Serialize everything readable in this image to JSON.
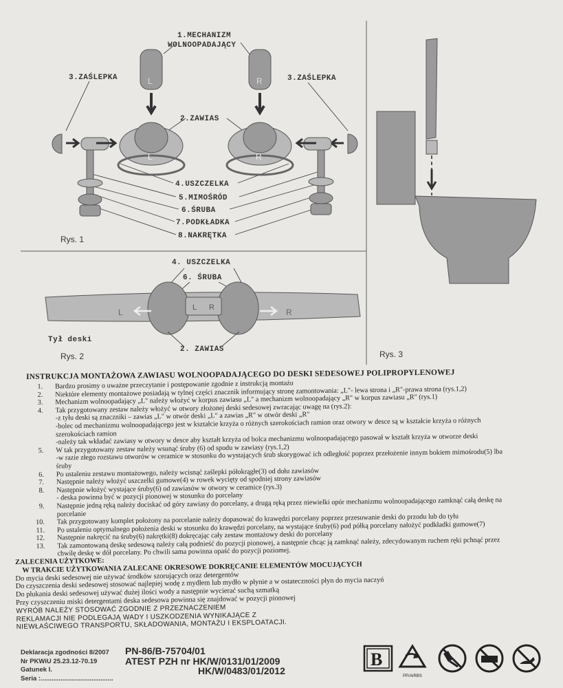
{
  "diagram": {
    "labels": {
      "mechanizm": [
        "1.MECHANIZM",
        "WOLNOOPADAJĄCY"
      ],
      "zaslepka_left": "3.ZAŚLEPKA",
      "zaslepka_right": "3.ZAŚLEPKA",
      "zawias": "2.ZAWIAS",
      "uszczelka": "4.USZCZELKA",
      "mimosrod": "5.MIMOŚRÓD",
      "sruba": "6.ŚRUBA",
      "podkladka": "7.PODKŁADKA",
      "nakretka": "8.NAKRĘTKA",
      "uszczelka2": "4. USZCZELKA",
      "sruba2": "6. ŚRUBA",
      "tyl_deski": "Tył deski",
      "zawias2": "2. ZAWIAS",
      "rys1": "Rys. 1",
      "rys2": "Rys. 2",
      "rys3": "Rys. 3",
      "L": "L",
      "R": "R"
    }
  },
  "title": "INSTRUKCJA MONTAŻOWA ZAWIASU WOLNOOPADAJĄCEGO DO DESKI SEDESOWEJ POLIPROPYLENOWEJ",
  "steps": [
    {
      "n": "1.",
      "lines": [
        "Bardzo prosimy o uważne przeczytanie i postępowanie zgodnie z instrukcją montażu"
      ]
    },
    {
      "n": "2.",
      "lines": [
        "Niektóre elementy montażowe posiadają w tylnej części znacznik informujący stronę zamontowania: „L\"- lewa strona i „R\"-prawa strona (rys.1,2)"
      ]
    },
    {
      "n": "3.",
      "lines": [
        "Mechanizm wolnoopadający „L\" należy włożyć w korpus zawiasu „L\" a mechanizm wolnoopadający „R\" w korpus zawiasu „R\" (rys.1)"
      ]
    },
    {
      "n": "4.",
      "lines": [
        "Tak przygotowany zestaw należy włożyć w otwory złożonej deski sedesowej zwracając uwagę na (rys.2):"
      ],
      "sub": [
        "-z tyłu deski są znaczniki – zawias „L\" w otwór deski „L\" a zawias „R\" w otwór deski „R\"",
        "-bolec od mechanizmu wolnoopadającego  jest w kształcie krzyża o różnych szerokościach ramion oraz otwory w desce są w kształcie krzyża o różnych szerokościach ramion",
        "-należy tak wkładać zawiasy w otwory w desce aby kształt krzyża od bolca mechanizmu wolnoopadającego pasował w kształt krzyża w otworze deski"
      ]
    },
    {
      "n": "5.",
      "lines": [
        "W tak przygotowany zestaw należy wsunąć śruby (6) od spodu w zawiasy (rys.1,2)"
      ],
      "sub": [
        "-w  razie złego rozstawu otworów w ceramice w stosunku do wystających śrub skorygować ich odległość  poprzez przełożenie innym  bokiem mimośrodu(5) lba śruby"
      ]
    },
    {
      "n": "6.",
      "lines": [
        "Po ustaleniu zestawu montażowego, należy wcisnąć zaślepki półokrągłe(3) od dołu  zawiasów"
      ]
    },
    {
      "n": "7.",
      "lines": [
        "Następnie należy włożyć uszczelki gumowe(4) w rowek wycięty od spodniej strony zawiasów"
      ]
    },
    {
      "n": "8.",
      "lines": [
        "Następnie włożyć wystające śruby(6) od zawiasów w otwory w ceramice (rys.3)"
      ],
      "sub": [
        "- deska powinna być w pozycji pionowej w stosunku do porcelany"
      ]
    },
    {
      "n": "9.",
      "lines": [
        "Następnie jedną ręką należy dociskać od góry zawiasy do porcelany, a drugą ręką przez niewielki opór mechanizmu wolnoopadającego zamknąć całą deskę na porcelanie"
      ]
    },
    {
      "n": "10.",
      "lines": [
        "Tak przygotowany komplet położony na porcelanie należy dopasować do krawędzi porcelany poprzez przesuwanie deski do przodu lub do tyłu"
      ]
    },
    {
      "n": "11.",
      "lines": [
        "Po ustaleniu optymalnego położenia deski w stosunku do krawędzi porcelany, na wystające śruby(6) pod półką porcelany nałożyć podkładki gumowe(7)"
      ]
    },
    {
      "n": "12.",
      "lines": [
        "Następnie nakręcić na śruby(6) nakrętki(8) dokręcając cały zestaw montażowy deski do porcelany"
      ]
    },
    {
      "n": "13.",
      "lines": [
        "Tak zamontowaną deskę sedesową należy całą podnieść do pozycji pionowej, a następnie chcąc ją zamknąć należy, zdecydowanym ruchem ręki pchnąć przez chwilę deskę w dół porcelany. Po chwili sama powinna opaść do pozycji poziomej."
      ]
    }
  ],
  "recommendations": {
    "heading1": "ZALECENIA UŻYTKOWE:",
    "heading2": "W TRAKCIE UŻYTKOWANIA ZALECANE OKRESOWE DOKRĘCANIE ELEMENTÓW MOCUJĄCYCH",
    "lines": [
      "Do mycia deski sedesowej nie używać środków szorujących oraz detergentów",
      "Do czyszczenia deski sedesowej stosować najlepiej wodę z mydłem lub mydło w płynie a w ostateczności płyn do mycia naczyń",
      "Do płukania deski sedesowej używać dużej ilości wody a następnie wycierać suchą szmatką",
      "Przy czyszczeniu miski detergentami deska sedesowa powinna się znajdować w pozycji pionowej"
    ],
    "caps": [
      "WYRÓB NALEŻY STOSOWAĆ ZGODNIE Z PRZEZNACZENIEM",
      "REKLAMACJI NIE PODLEGAJĄ WADY I USZKODZENIA WYNIKAJĄCE Z",
      "NIEWŁAŚCIWEGO TRANSPORTU, SKŁADOWANIA, MONTAŻU I EKSPLOATACJI."
    ]
  },
  "footer": {
    "decl_lines": [
      "Deklaracja zgodności 8/2007",
      "Nr PKWiU 25.23.12-70.19",
      "Gatunek I.",
      "Seria :........................................"
    ],
    "pn": "PN-86/B-75704/01",
    "atest_prefix": "ATEST PZH nr",
    "atest_1": "HK/W/0131/01/2009",
    "atest_2": "HK/W/0483/01/2012",
    "icon_caption": "PP/AIRBS",
    "icons": [
      "manufacturer-logo-icon",
      "recycle-symbol-icon",
      "no-brush-icon",
      "no-chemical-icon",
      "no-step-icon"
    ]
  }
}
